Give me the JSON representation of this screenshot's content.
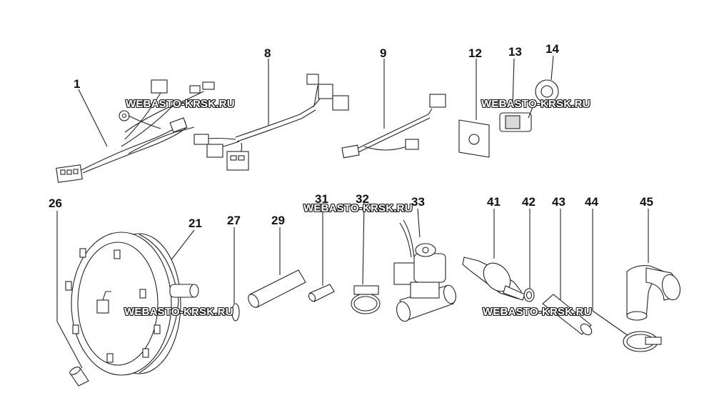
{
  "watermark": "WEBASTO-KRSK.RU",
  "labels": {
    "p1": "1",
    "p8": "8",
    "p9": "9",
    "p12": "12",
    "p13": "13",
    "p14": "14",
    "p26": "26",
    "p21": "21",
    "p27": "27",
    "p29": "29",
    "p31": "31",
    "p32": "32",
    "p33": "33",
    "p41": "41",
    "p42": "42",
    "p43": "43",
    "p44": "44",
    "p45": "45"
  }
}
